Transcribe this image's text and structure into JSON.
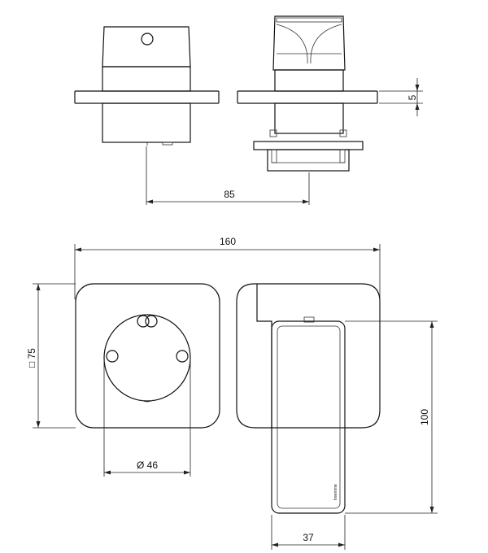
{
  "dimensions": {
    "depth": "85",
    "flange": "5",
    "total_width": "160",
    "plate_size": "□ 75",
    "diameter": "Ø 46",
    "handle_height": "100",
    "handle_width": "37"
  },
  "logo": "treemme"
}
